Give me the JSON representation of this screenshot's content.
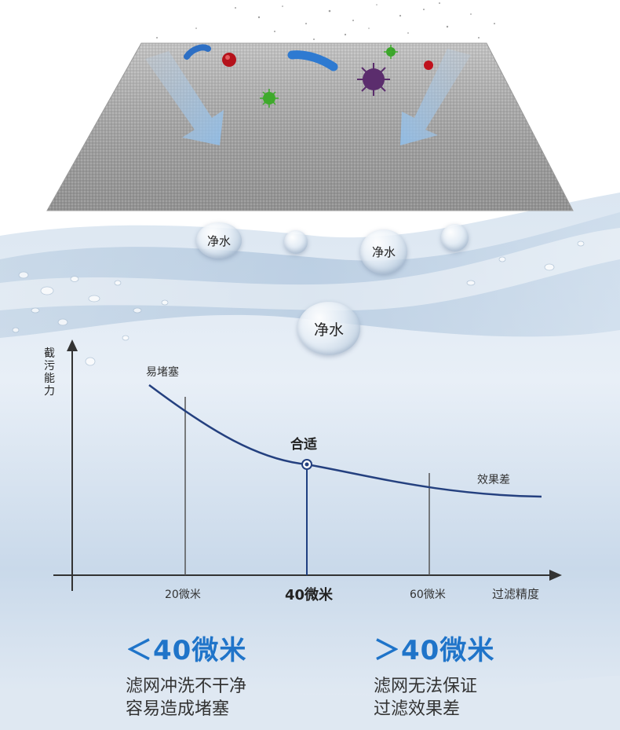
{
  "bubbles": [
    "净水",
    "净水",
    "净水"
  ],
  "chart": {
    "y_axis_label": "截污能力",
    "x_axis_label": "过滤精度",
    "ticks": [
      "20微米",
      "40微米",
      "60微米"
    ],
    "left_note": "易堵塞",
    "mid_note": "合适",
    "right_note": "效果差"
  },
  "left": {
    "heading": "＜40微米",
    "lines": [
      "滤网冲洗不干净",
      "容易造成堵塞"
    ]
  },
  "right": {
    "heading": "＞40微米",
    "lines": [
      "滤网无法保证",
      "过滤效果差"
    ]
  },
  "colors": {
    "accent": "#1f74c9",
    "curve": "#24407f"
  }
}
